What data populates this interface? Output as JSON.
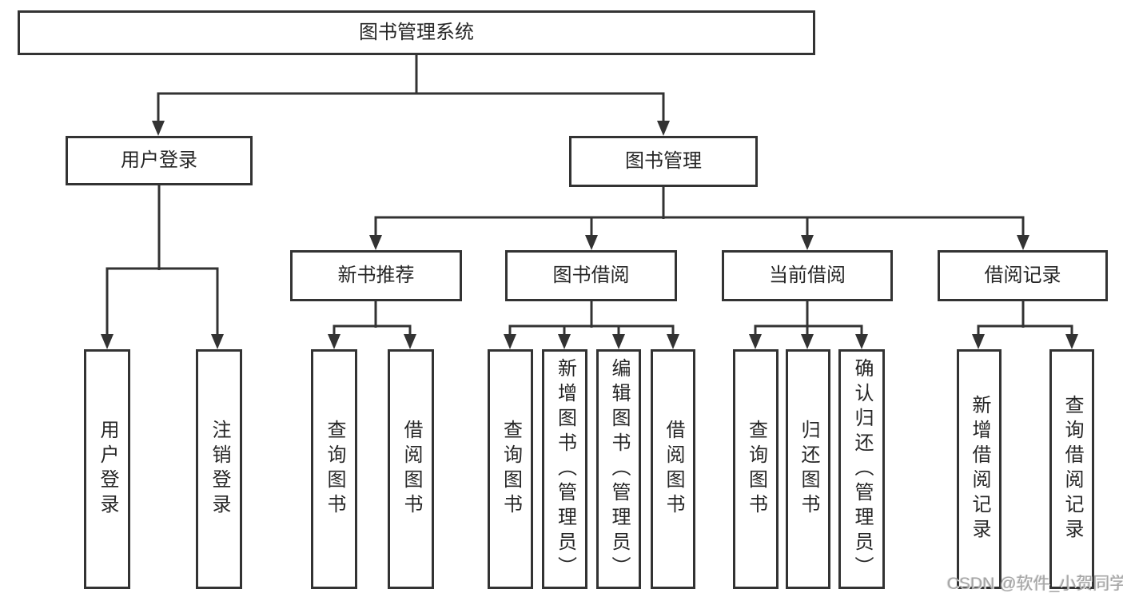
{
  "diagram_type": "hierarchy-tree",
  "colors": {
    "line": "#333333",
    "box_border": "#333333",
    "text": "#262626",
    "background": "#ffffff",
    "watermark": "#a5a5a5"
  },
  "watermark": {
    "text": "CSDN @软件_小贺同学"
  },
  "tree": {
    "root": {
      "label": "图书管理系统",
      "children": [
        {
          "label": "用户登录",
          "children": [
            {
              "label": "用户登录"
            },
            {
              "label": "注销登录"
            }
          ]
        },
        {
          "label": "图书管理",
          "children": [
            {
              "label": "新书推荐",
              "children": [
                {
                  "label": "查询图书"
                },
                {
                  "label": "借阅图书"
                }
              ]
            },
            {
              "label": "图书借阅",
              "children": [
                {
                  "label": "查询图书"
                },
                {
                  "label": "新增图书（管理员）"
                },
                {
                  "label": "编辑图书（管理员）"
                },
                {
                  "label": "借阅图书"
                }
              ]
            },
            {
              "label": "当前借阅",
              "children": [
                {
                  "label": "查询图书"
                },
                {
                  "label": "归还图书"
                },
                {
                  "label": "确认归还（管理员）"
                }
              ]
            },
            {
              "label": "借阅记录",
              "children": [
                {
                  "label": "新增借阅记录"
                },
                {
                  "label": "查询借阅记录"
                }
              ]
            }
          ]
        }
      ]
    }
  }
}
